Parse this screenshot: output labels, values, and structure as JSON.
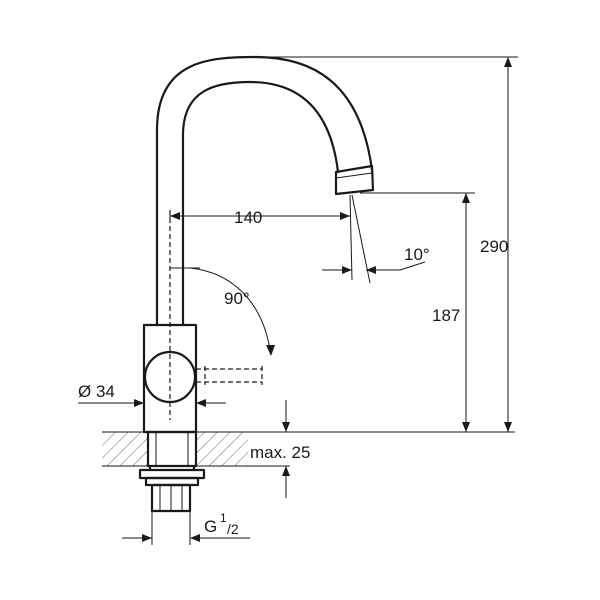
{
  "labels": {
    "reach": "140",
    "angle_spout": "10°",
    "total_height": "290",
    "angle_rotation": "90°",
    "spout_height": "187",
    "diameter": "Ø 34",
    "deck_thickness": "max. 25",
    "thread_main": "G",
    "thread_sup": "1",
    "thread_sub": "/2"
  }
}
